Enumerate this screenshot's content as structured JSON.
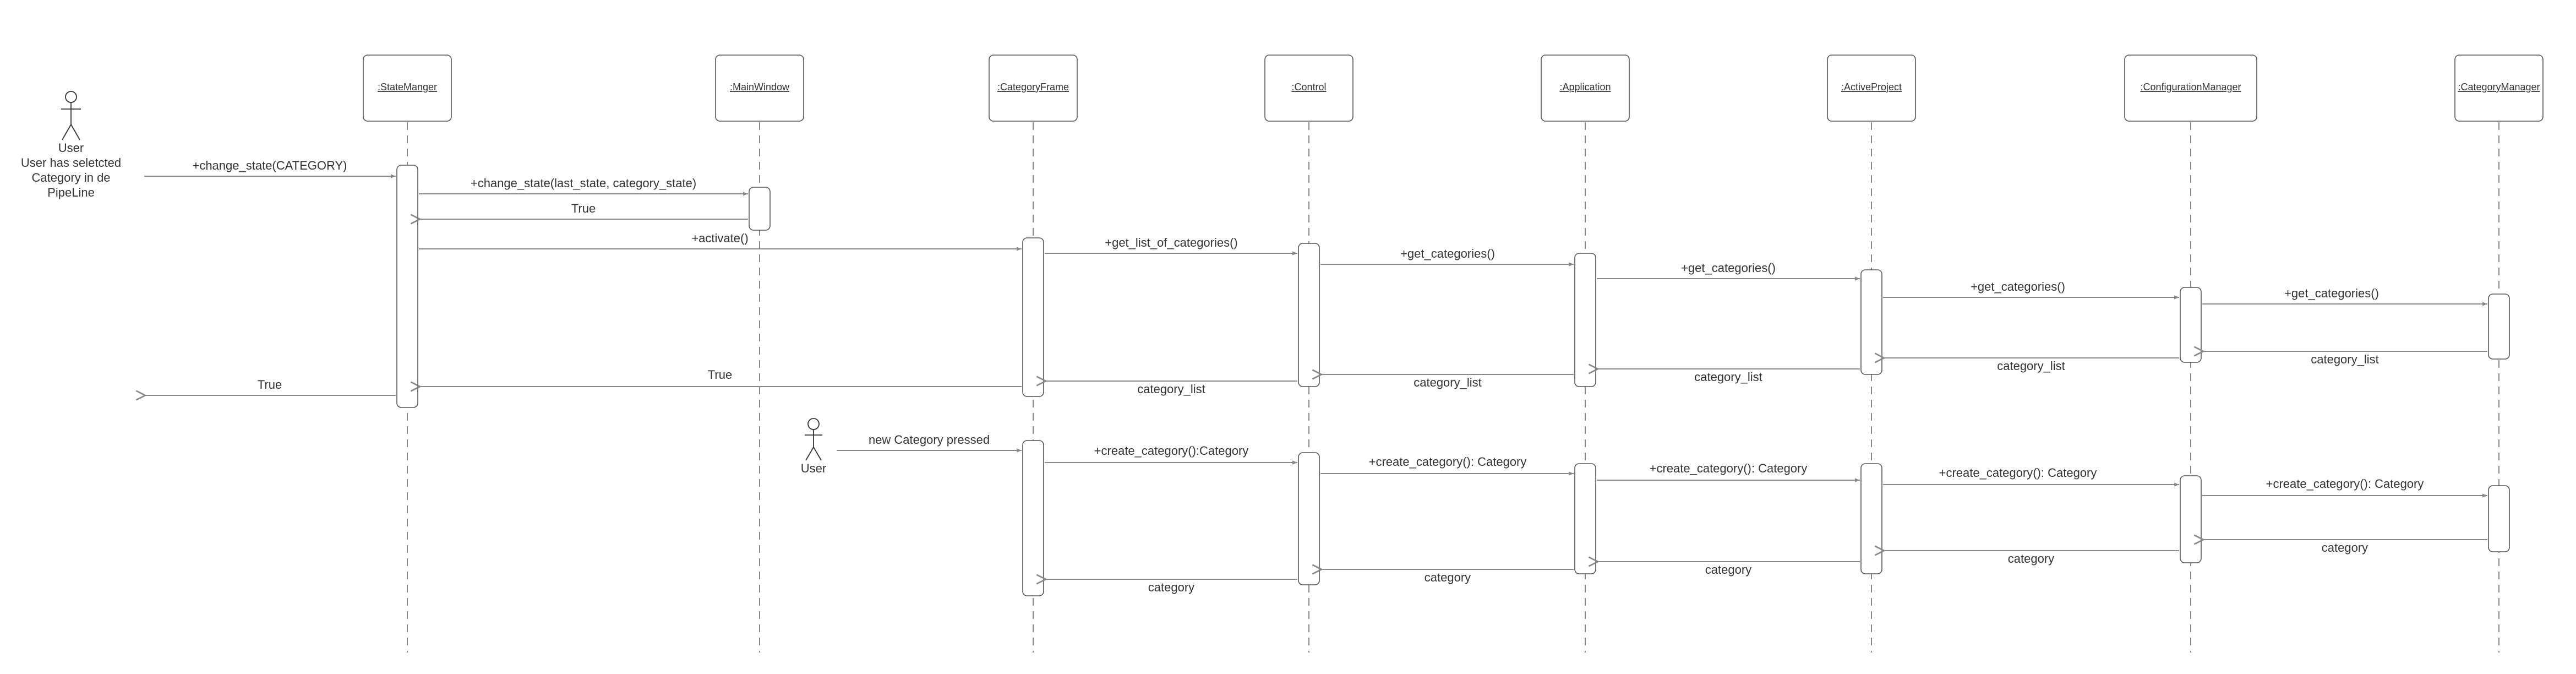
{
  "participants": [
    {
      "id": "state",
      "label": ":StateManger"
    },
    {
      "id": "main",
      "label": ":MainWindow"
    },
    {
      "id": "catframe",
      "label": ":CategoryFrame"
    },
    {
      "id": "control",
      "label": ":Control"
    },
    {
      "id": "app",
      "label": ":Application"
    },
    {
      "id": "proj",
      "label": ":ActiveProject"
    },
    {
      "id": "config",
      "label": ":ConfigurationManager"
    },
    {
      "id": "catmgr",
      "label": ":CategoryManager"
    }
  ],
  "actors": [
    {
      "id": "user1",
      "name": "User",
      "note_lines": [
        "User has seletcted",
        "Category in de",
        "PipeLine"
      ]
    },
    {
      "id": "user2",
      "name": "User",
      "note_lines": []
    }
  ],
  "messages": [
    {
      "id": "m1",
      "label": "+change_state(CATEGORY)",
      "kind": "call"
    },
    {
      "id": "m2",
      "label": "+change_state(last_state, category_state)",
      "kind": "call"
    },
    {
      "id": "m3",
      "label": "True",
      "kind": "return"
    },
    {
      "id": "m4",
      "label": "+activate()",
      "kind": "call"
    },
    {
      "id": "m5",
      "label": "+get_list_of_categories()",
      "kind": "call"
    },
    {
      "id": "m6",
      "label": "+get_categories()",
      "kind": "call"
    },
    {
      "id": "m7",
      "label": "+get_categories()",
      "kind": "call"
    },
    {
      "id": "m8",
      "label": "+get_categories()",
      "kind": "call"
    },
    {
      "id": "m9",
      "label": "+get_categories()",
      "kind": "call"
    },
    {
      "id": "m10",
      "label": "category_list",
      "kind": "return"
    },
    {
      "id": "m11",
      "label": "category_list",
      "kind": "return"
    },
    {
      "id": "m12",
      "label": "category_list",
      "kind": "return"
    },
    {
      "id": "m13",
      "label": "category_list",
      "kind": "return"
    },
    {
      "id": "m14",
      "label": "category_list",
      "kind": "return"
    },
    {
      "id": "m15",
      "label": "True",
      "kind": "return"
    },
    {
      "id": "m16",
      "label": "True",
      "kind": "return"
    },
    {
      "id": "m17",
      "label": "new Category pressed",
      "kind": "call"
    },
    {
      "id": "m18",
      "label": "+create_category():Category",
      "kind": "call"
    },
    {
      "id": "m19",
      "label": "+create_category(): Category",
      "kind": "call"
    },
    {
      "id": "m20",
      "label": "+create_category(): Category",
      "kind": "call"
    },
    {
      "id": "m21",
      "label": "+create_category(): Category",
      "kind": "call"
    },
    {
      "id": "m22",
      "label": "+create_category(): Category",
      "kind": "call"
    },
    {
      "id": "m23",
      "label": "category",
      "kind": "return"
    },
    {
      "id": "m24",
      "label": "category",
      "kind": "return"
    },
    {
      "id": "m25",
      "label": "category",
      "kind": "return"
    },
    {
      "id": "m26",
      "label": "category",
      "kind": "return"
    },
    {
      "id": "m27",
      "label": "category",
      "kind": "return"
    }
  ]
}
